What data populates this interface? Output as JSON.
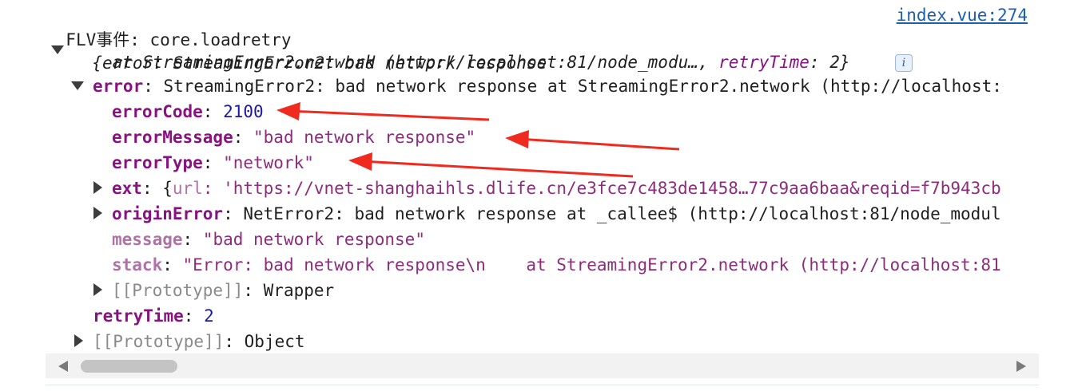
{
  "log": {
    "prefix": "FLV事件:",
    "event": "core.loadretry",
    "source": "index.vue:274"
  },
  "summary": {
    "line1": "{error: StreamingError2: bad network response",
    "line2_a": "    at StreamingError2.network (http://localhost:81/node_modu…, ",
    "line2_key": "retryTime",
    "line2_b": ": 2}",
    "info_glyph": "i"
  },
  "tree": {
    "error_key": "error",
    "error_value": ": StreamingError2: bad network response at StreamingError2.network (http://localhost:",
    "errorCode_key": "errorCode",
    "errorCode_value": "2100",
    "errorMessage_key": "errorMessage",
    "errorMessage_value": "\"bad network response\"",
    "errorType_key": "errorType",
    "errorType_value": "\"network\"",
    "ext_key": "ext",
    "ext_value_a": ": {",
    "ext_inner_key": "url",
    "ext_value_b": ": 'https://vnet-shanghaihls.dlife.cn/e3fce7c483de1458…77c9aa6baa&reqid=f7b943cb",
    "originError_key": "originError",
    "originError_value": ": NetError2: bad network response at _callee$ (http://localhost:81/node_modul",
    "message_key": "message",
    "message_value": "\"bad network response\"",
    "stack_key": "stack",
    "stack_value": "\"Error: bad network response\\n    at StreamingError2.network (http://localhost:81",
    "inner_proto_key": "[[Prototype]]",
    "inner_proto_value": ": Wrapper",
    "retryTime_key": "retryTime",
    "retryTime_value": "2",
    "outer_proto_key": "[[Prototype]]",
    "outer_proto_value": ": Object"
  },
  "colors": {
    "annotation_arrow": "#f02a1e",
    "link": "#1a5fb4"
  }
}
